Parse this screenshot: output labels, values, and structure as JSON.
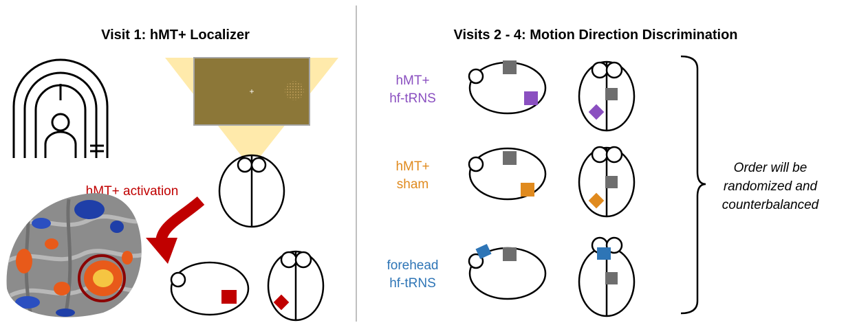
{
  "left_panel": {
    "title": "Visit 1: hMT+ Localizer",
    "activation_label": "hMT+ activation",
    "screen_fixation": "+"
  },
  "right_panel": {
    "title": "Visits 2 - 4: Motion Direction Discrimination",
    "conditions": [
      {
        "line1": "hMT+",
        "line2": "hf-tRNS",
        "color": "#8a4fc0"
      },
      {
        "line1": "hMT+",
        "line2": "sham",
        "color": "#e08a1e"
      },
      {
        "line1": "forehead",
        "line2": "hf-tRNS",
        "color": "#2e75b6"
      }
    ],
    "order_note": [
      "Order will be",
      "randomized and",
      "counterbalanced"
    ]
  },
  "colors": {
    "electrode_reference": "#6e6e6e",
    "activation": "#c00000",
    "projection": "#ffd966",
    "divider": "#bfbfbf"
  }
}
